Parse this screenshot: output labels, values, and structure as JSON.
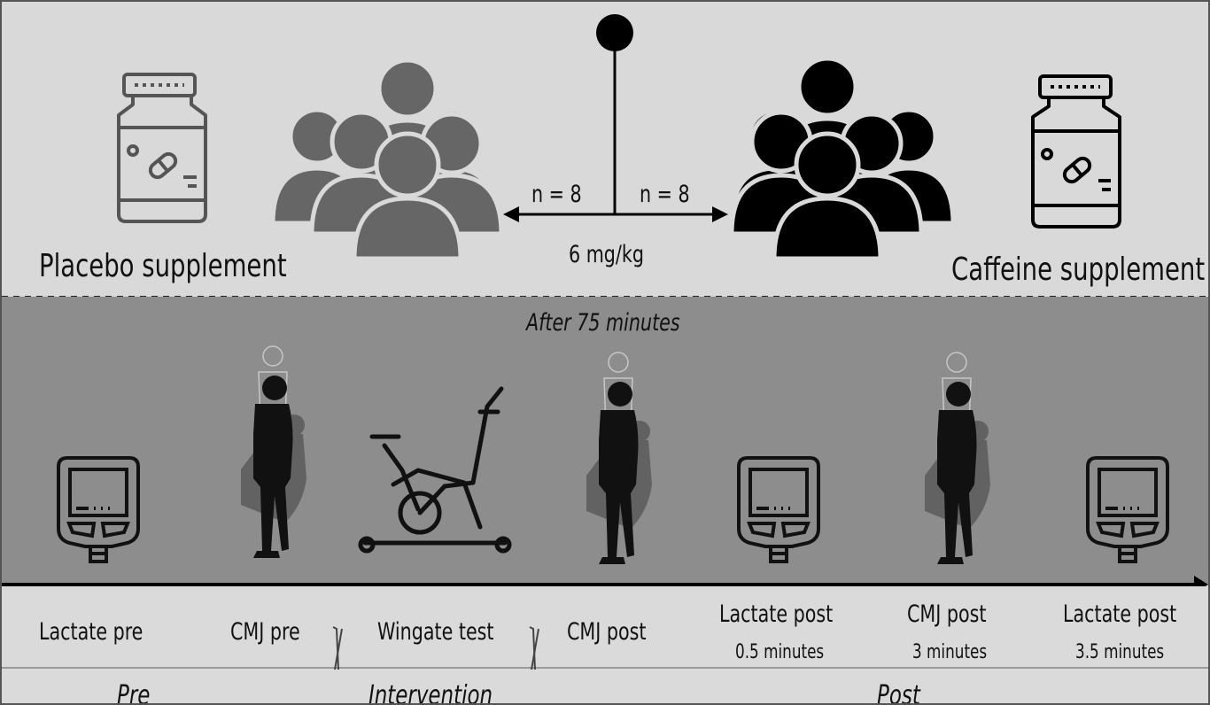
{
  "top": {
    "placebo_label": "Placebo supplement",
    "caffeine_label": "Caffeine supplement",
    "n_left": "n = 8",
    "n_right": "n = 8",
    "dose": "6 mg/kg"
  },
  "middle": {
    "delay_label": "After 75 minutes"
  },
  "steps": [
    {
      "title": "Lactate pre",
      "sub": ""
    },
    {
      "title": "CMJ pre",
      "sub": ""
    },
    {
      "title": "Wingate test",
      "sub": ""
    },
    {
      "title": "CMJ post",
      "sub": ""
    },
    {
      "title": "Lactate post",
      "sub": "0.5 minutes"
    },
    {
      "title": "CMJ post",
      "sub": "3 minutes"
    },
    {
      "title": "Lactate post",
      "sub": "3.5 minutes"
    }
  ],
  "phases": {
    "pre": "Pre",
    "intervention": "Intervention",
    "post": "Post"
  },
  "colors": {
    "top_bg": "#d9d9d9",
    "middle_bg": "#8d8d8d",
    "bottom_bg": "#dadada",
    "placebo_group": "#666666",
    "caffeine_group": "#000000"
  }
}
